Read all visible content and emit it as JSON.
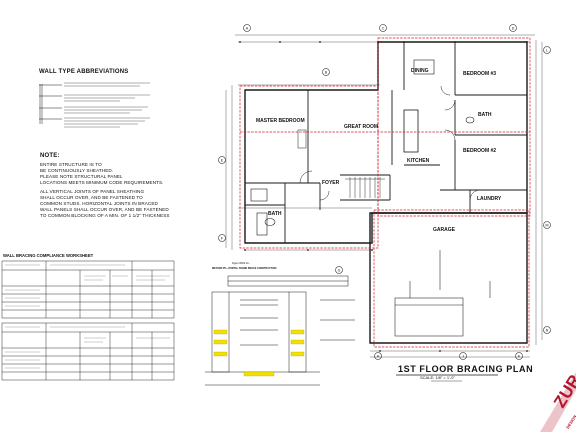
{
  "sheet": {
    "wall_types_title": "WALL TYPE ABBREVIATIONS",
    "notes_title": "NOTE:",
    "note_1": [
      "ENTIRE STRUCTURE IS TO",
      "BE CONTINUOUSLY SHEATHED.",
      "PLEASE NOTE STRUCTURAL PANEL",
      "LOCATIONS MEETS MINIMUM CODE REQUIREMENTS."
    ],
    "note_2": [
      "ALL VERTICAL JOINTS OF PANEL SHEATHING",
      "SHALL OCCUR OVER, AND BE FASTENED TO",
      "COMMON STUDS.  HORIZONTAL JOINTS IN BRACED",
      "WALL PANELS SHALL OCCUR OVER, AND BE FASTENED",
      "TO COMMON BLOCKING OF A MIN. OF 1 1/2\" THICKNESS"
    ],
    "worksheet_title": "WALL BRACING COMPLIANCE WORKSHEET",
    "figure_title": "Figure R602.10...",
    "figure_subtitle": "METHOD PF—PORTAL FRAME BRACE CONSTRUCTION",
    "plan_title": "1ST FLOOR BRACING PLAN",
    "plan_scale": "SCALE: 1/8\" = 1'-0\"",
    "logo": "ZUR",
    "logo_sub": "DESIGN"
  },
  "rooms": {
    "master_bedroom": "MASTER BEDROOM",
    "great_room": "GREAT ROOM",
    "dining": "DINING",
    "bedroom_3": "BEDROOM #3",
    "bath_upper": "BATH",
    "bedroom_2": "BEDROOM #2",
    "kitchen": "KITCHEN",
    "foyer": "FOYER",
    "bath_master": "BATH",
    "laundry": "LAUNDRY",
    "garage": "GARAGE"
  },
  "grid_markers": [
    "A",
    "B",
    "C",
    "D",
    "E",
    "F",
    "G",
    "H",
    "J",
    "K",
    "L",
    "M",
    "N"
  ],
  "colors": {
    "line": "#1a1a1a",
    "bracing": "#d11a2a",
    "highlight": "#f1e000",
    "logo": "#b3152d"
  }
}
